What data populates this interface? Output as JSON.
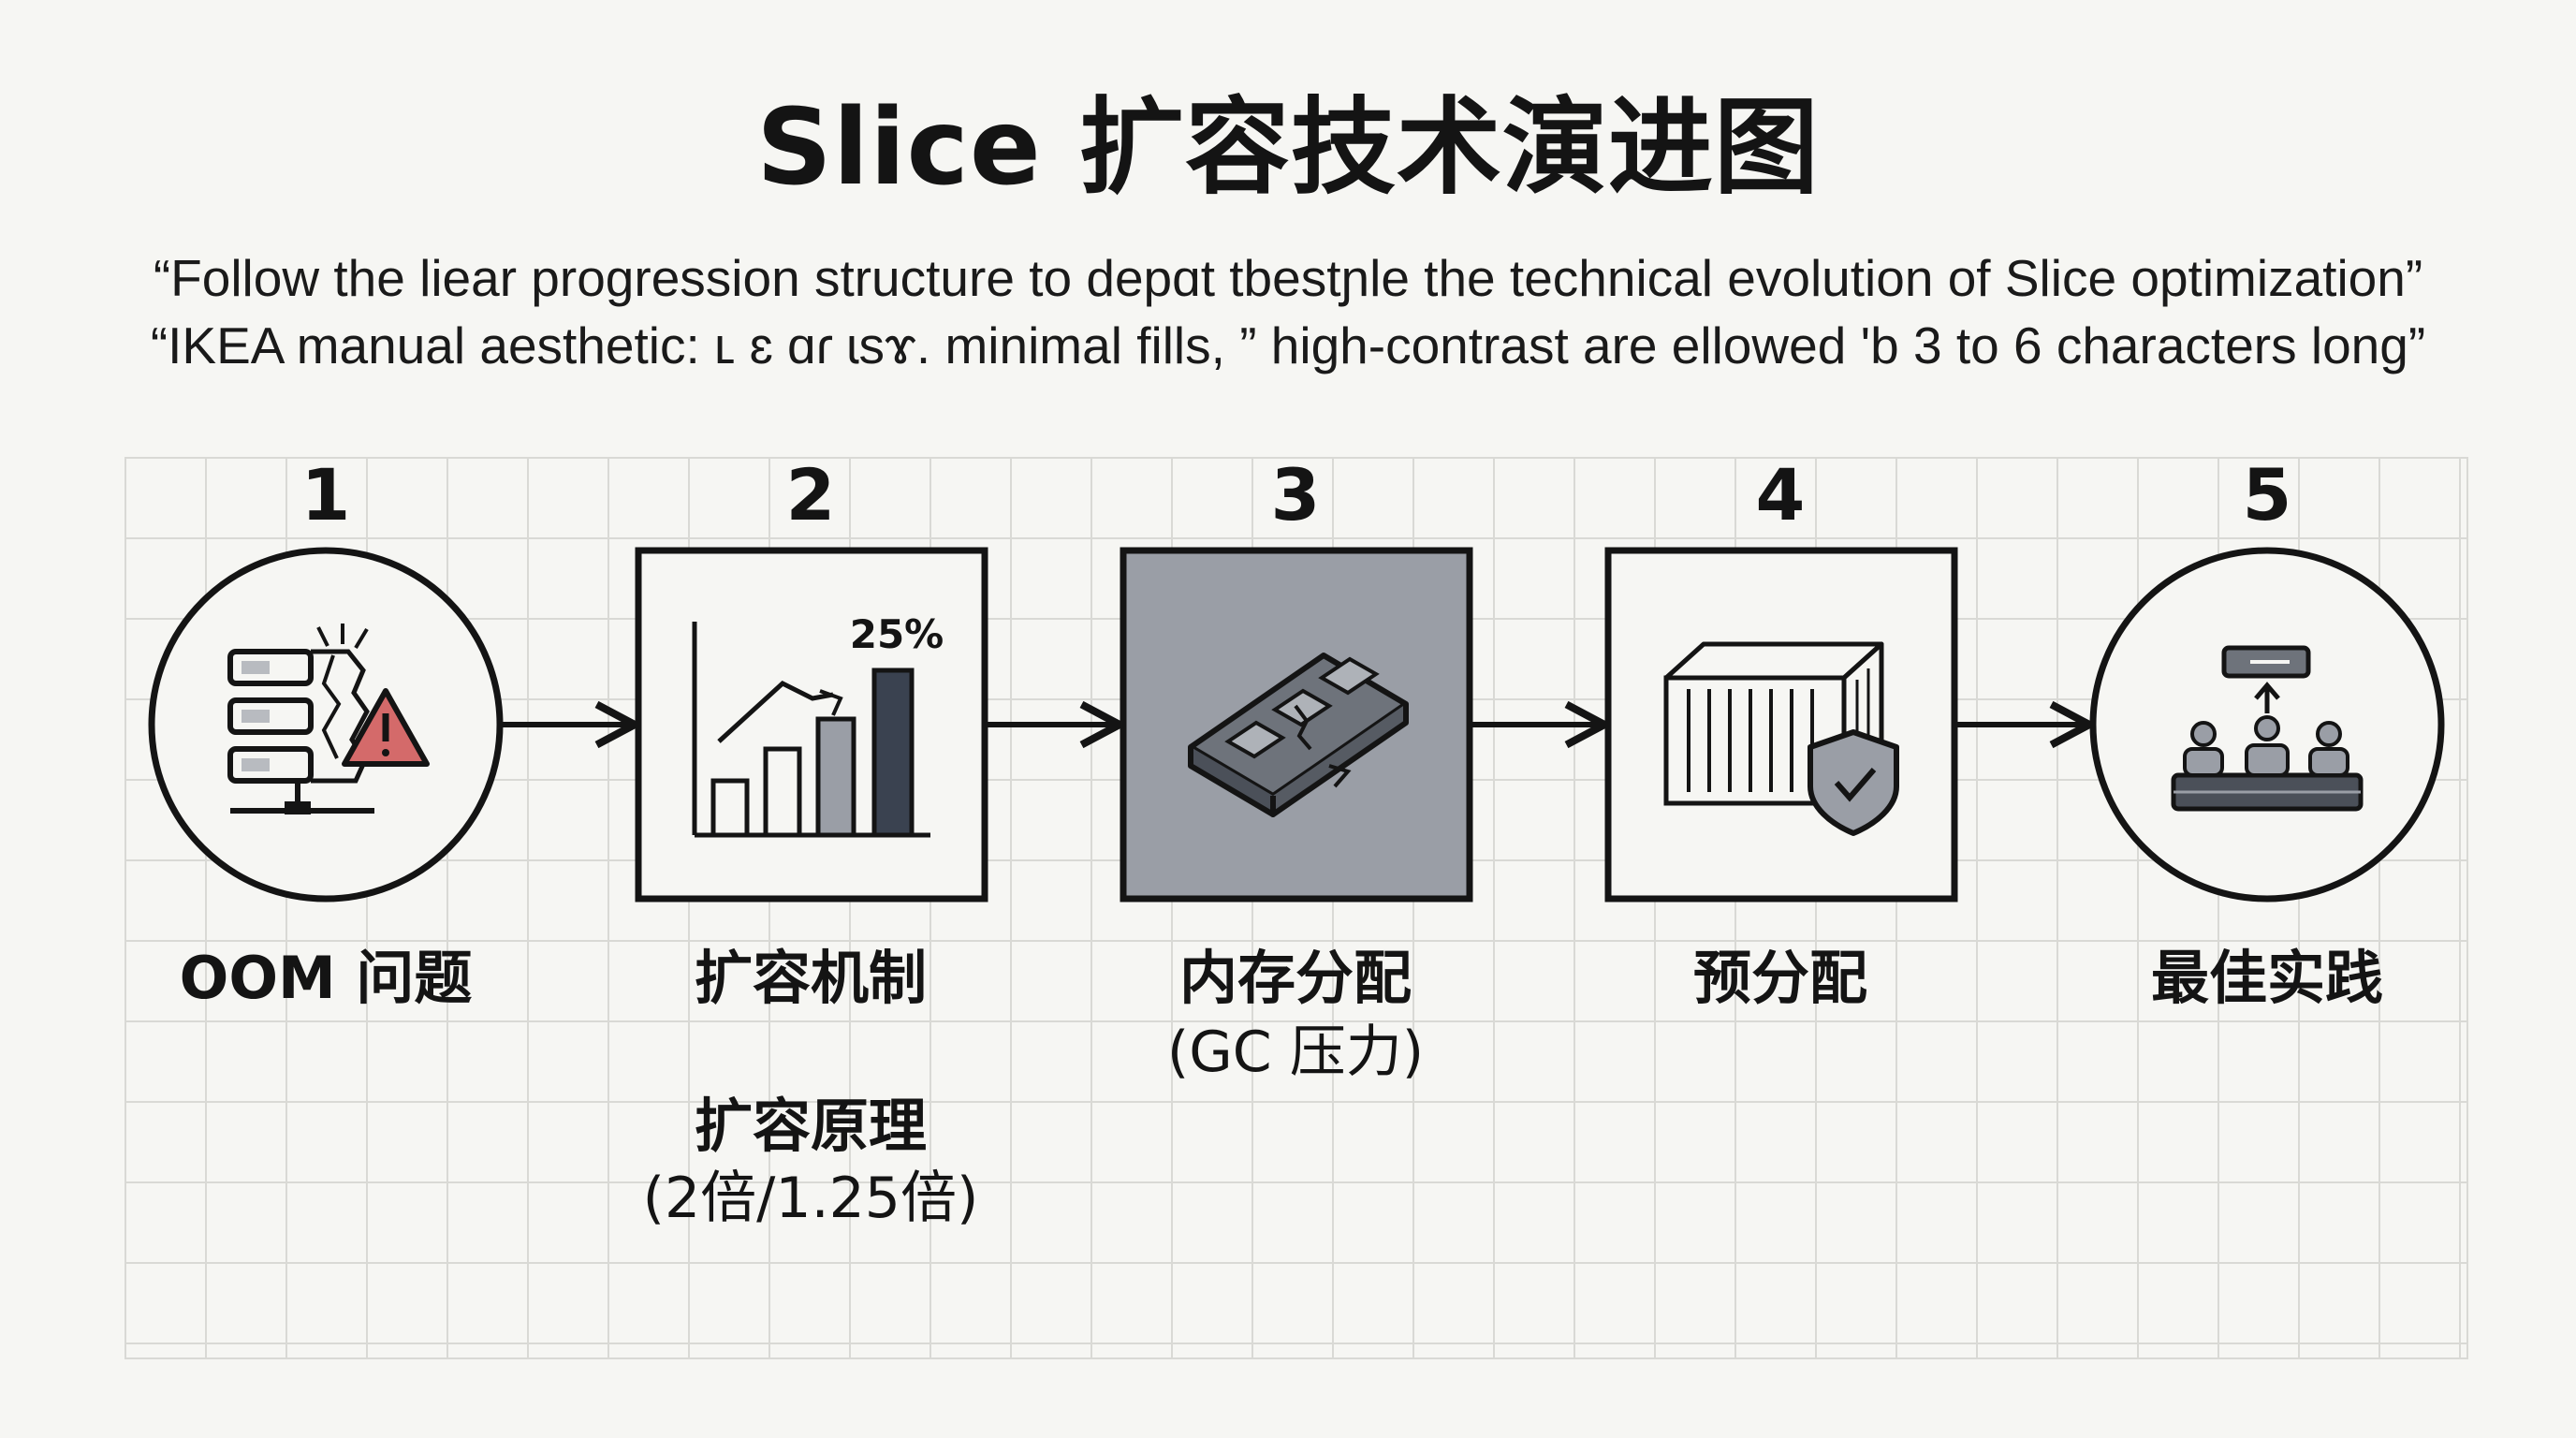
{
  "title": "Slice 扩容技术演进图",
  "subtitle_line1": "“Follow the liear progression structure  to depɑt tbestɲle the technical evolution of Slice optimization”",
  "subtitle_line2": "“IKEA manual aesthetic: ʟ ɛ ɑɾ ɩsɤ. minimal fills, ” high-contrast are ellowed 'b 3 to 6 characters long”",
  "steps": [
    {
      "number": "1",
      "label": "OOM 问题",
      "icon": "server-warning-icon",
      "shape": "circle"
    },
    {
      "number": "2",
      "label": "扩容机制",
      "icon": "bar-chart-growth-icon",
      "shape": "square",
      "badge": "25%",
      "sublabel_title": "扩容原理",
      "sublabel_detail": "(2倍/1.25倍)"
    },
    {
      "number": "3",
      "label": "内存分配",
      "icon": "memory-chip-icon",
      "shape": "square-filled",
      "sublabel_detail": "(GC 压力)"
    },
    {
      "number": "4",
      "label": "预分配",
      "icon": "container-shield-icon",
      "shape": "square"
    },
    {
      "number": "5",
      "label": "最佳实践",
      "icon": "team-board-icon",
      "shape": "circle"
    }
  ],
  "colors": {
    "background": "#f6f6f3",
    "ink": "#141414",
    "accent_fill": "#9a9ea6",
    "warning": "#d46a6a",
    "dark_bar": "#3a4250"
  }
}
